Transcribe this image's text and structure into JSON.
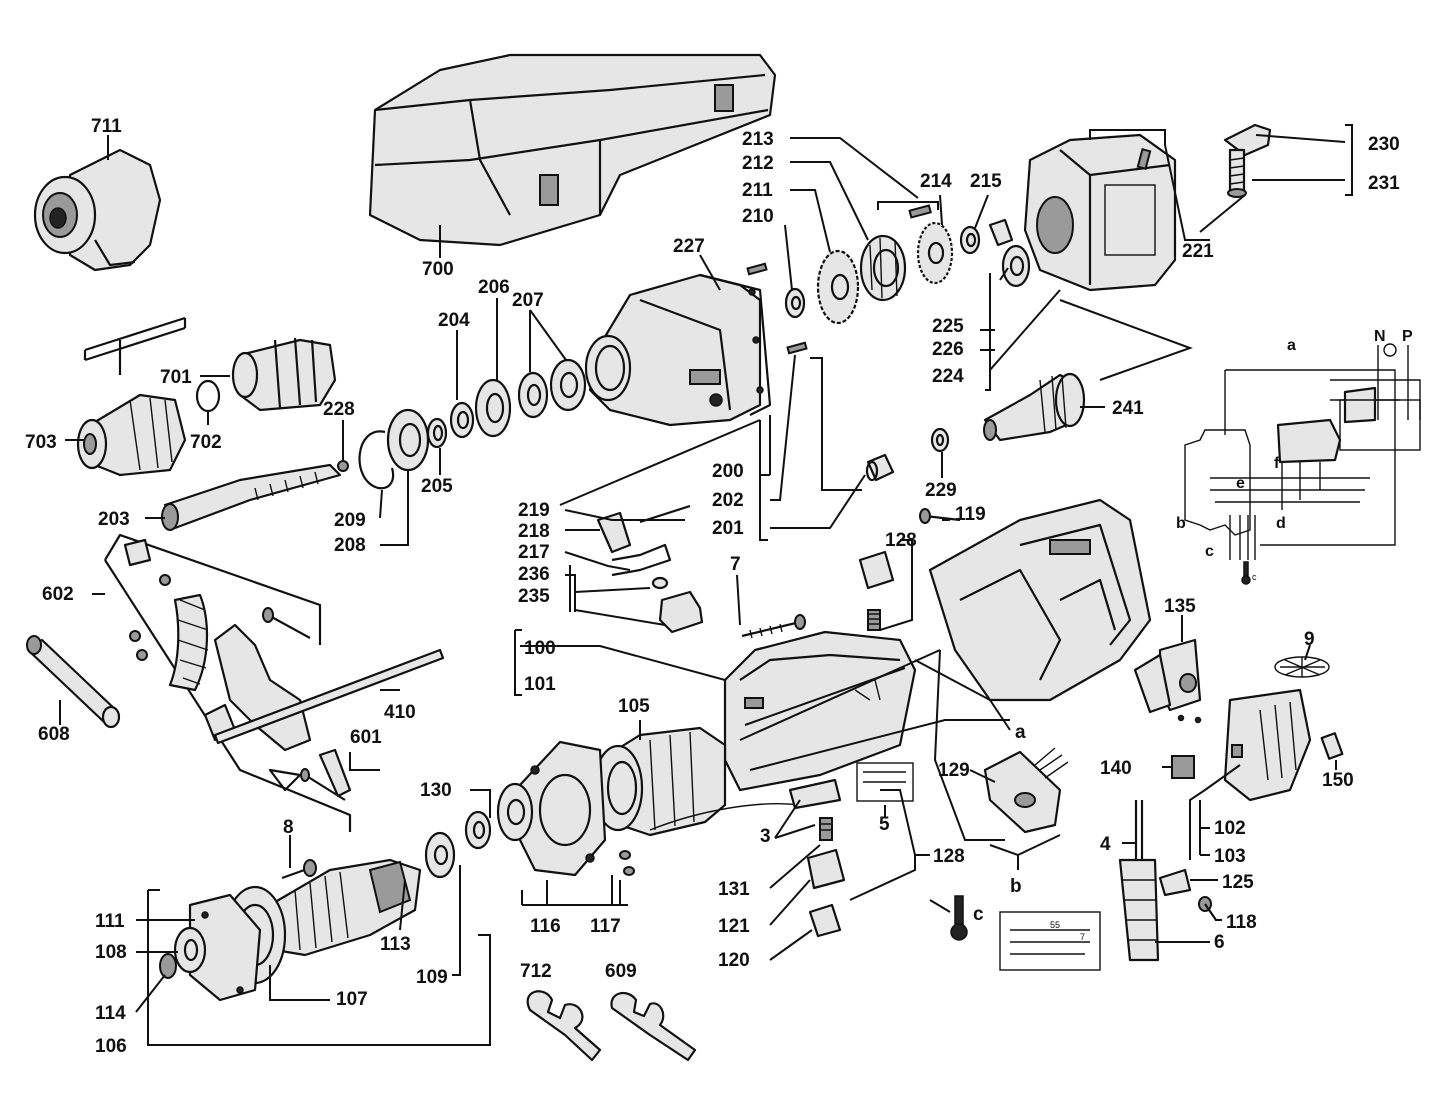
{
  "labels": {
    "l711": "711",
    "l700": "700",
    "l701": "701",
    "l702": "702",
    "l703": "703",
    "l228": "228",
    "l204": "204",
    "l206": "206",
    "l207": "207",
    "l227": "227",
    "l213": "213",
    "l212": "212",
    "l211": "211",
    "l210": "210",
    "l214": "214",
    "l215": "215",
    "l221": "221",
    "l230": "230",
    "l231": "231",
    "l225": "225",
    "l226": "226",
    "l224": "224",
    "l241": "241",
    "l229": "229",
    "l209": "209",
    "l208": "208",
    "l205": "205",
    "l203": "203",
    "l200": "200",
    "l202": "202",
    "l201": "201",
    "l219": "219",
    "l218": "218",
    "l217": "217",
    "l236": "236",
    "l235": "235",
    "l119": "119",
    "l128a": "128",
    "l128b": "128",
    "l7": "7",
    "l100": "100",
    "l101": "101",
    "l602": "602",
    "l608": "608",
    "l410": "410",
    "l601": "601",
    "l105": "105",
    "l130": "130",
    "l8": "8",
    "l3": "3",
    "l5": "5",
    "l131": "131",
    "l121": "121",
    "l120": "120",
    "l116": "116",
    "l117": "117",
    "l111": "111",
    "l108": "108",
    "l113": "113",
    "l109": "109",
    "l107": "107",
    "l114": "114",
    "l106": "106",
    "l712": "712",
    "l609": "609",
    "l129": "129",
    "l135": "135",
    "l140": "140",
    "l9": "9",
    "l150": "150",
    "l102": "102",
    "l103": "103",
    "l4": "4",
    "l125": "125",
    "l118": "118",
    "l6": "6",
    "wa1": "a",
    "wa2": "a",
    "wb1": "b",
    "wb2": "b",
    "wc1": "c",
    "wc2": "c",
    "wc3": "c",
    "wd": "d",
    "we": "e",
    "wf": "f",
    "wn": "N",
    "wp": "P",
    "dim55": "55",
    "dim7": "7"
  }
}
